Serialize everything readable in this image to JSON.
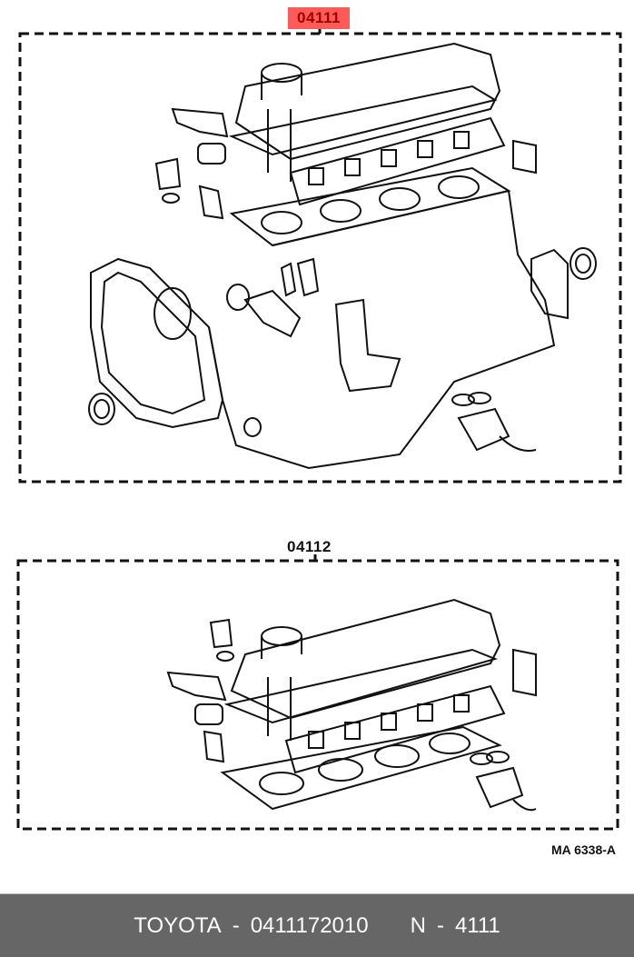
{
  "diagram": {
    "sets": [
      {
        "part_number": "04111",
        "highlighted": true,
        "highlight_color": "#ff5a5a"
      },
      {
        "part_number": "04112",
        "highlighted": false
      }
    ],
    "illustration_code": "MA 6338-A"
  },
  "footer": {
    "brand": "TOYOTA",
    "separator": "-",
    "part_number": "0411172010",
    "ref_prefix": "N",
    "ref_number": "4111",
    "background": "#666666"
  }
}
